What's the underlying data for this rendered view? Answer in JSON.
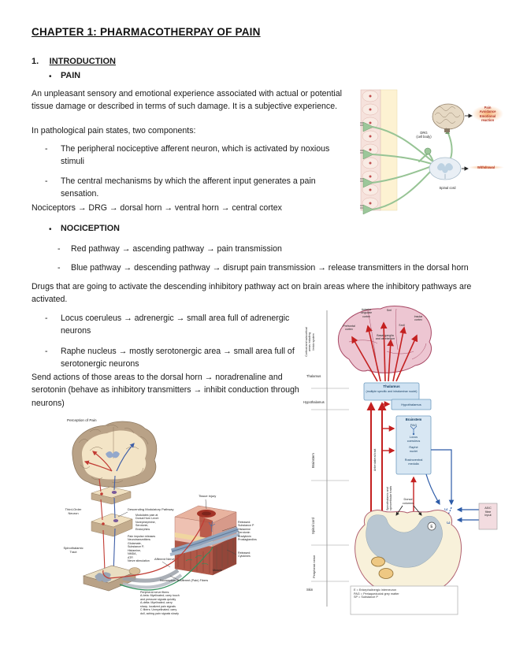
{
  "doc": {
    "title": "CHAPTER 1: PHARMACOTHERPAY OF PAIN",
    "section_number": "1.",
    "section_title": "INTRODUCTION",
    "bullet_marker": "•",
    "dash_marker": "-",
    "bullet_pain": "PAIN",
    "p_pain_def": "An unpleasant sensory and emotional experience associated with actual or potential tissue damage or described in terms of such damage. It is a subjective experience.",
    "p_components": "In pathological pain states, two components:",
    "item_peripheral": "The peripheral nociceptive afferent neuron, which is activated by noxious stimuli",
    "item_central": "The central mechanisms by which the afferent input generates a pain sensation.",
    "p_chain": "Nociceptors → DRG → dorsal horn → ventral horn → central cortex",
    "bullet_nociception": "NOCICEPTION",
    "item_red": "Red pathway → ascending pathway → pain transmission",
    "item_blue": "Blue pathway → descending pathway → disrupt pain transmission → release transmitters in the dorsal horn",
    "p_drugs": "Drugs that are going to activate the descending inhibitory pathway act on brain areas where the inhibitory pathways are activated.",
    "item_locus": "Locus coeruleus → adrenergic → small area full of adrenergic neurons",
    "item_raphe": "Raphe nucleus → mostly serotonergic area → small area full of serotonergic neurons",
    "p_send": "Send actions of those areas to the dorsal horn → noradrenaline and serotonin (behave as inhibitory transmitters → inhibit conduction through neurons)"
  },
  "fig_nociceptor": {
    "drg_label": "DRG\n(cell body)",
    "spinal_cord_label": "Spinal cord",
    "pain_avoidance_label": "Pain\nAvoidance\nEmotional\nreaction",
    "withdrawal_label": "Withdrawal"
  },
  "fig_perception": {
    "title": "Perception of Pain",
    "third_order": "Third-Order\nNeuron",
    "spinothalamic": "Spinothalamic\nTract",
    "descending": "Descending Modulatory Pathway",
    "modulators": "Modulates pain at\nDorsal Horn Level:\nNorepinephrine,\nSerotonin,\nEndorphins",
    "transmitters": "Pain impulse releases\nNeurotransmitters:\nGlutamate,\nSubstance P,\nHistamine,\nNMDA,\nATP,\nNerve stimulation",
    "afferent": "Afferent Nerve",
    "nociceptors": "Nociceptors of Afferent (Pain) Fibers",
    "tissue_injury": "Tissue injury",
    "released1": "Released:\nSubstance P\nHistamine\nSerotonin\nBradykinin\nProstaglandins",
    "released2": "Released:\nCytokines",
    "muscle": "Muscle",
    "fiber_notes": "Peripheral nerve fibers:\nA-beta: Myelinated; carry touch\nand pressure signals quickly\nA-delta: Myelinated; carry\nsharp, localized pain signals\nC fibers: Unmyelinated; carry\ndull, aching pain signals slowly"
  },
  "fig_pathways": {
    "region_cortical": "Cortical and subcortical\nareas including\nlimbic system",
    "region_thalamus": "Thalamus",
    "region_hypothalamus": "Hypothalamus",
    "region_brainstem": "Brainstem",
    "region_spinal": "Spinal cord",
    "region_peripheral": "Peripheral nerve",
    "region_skin": "Skin",
    "brain_prefrontal": "Prefrontal\ncortex",
    "brain_acc": "Anterior\ncingulate\ncortex",
    "brain_sm1": "SmI",
    "brain_sm2": "SmII",
    "brain_insular": "Insular\ncortex",
    "brain_basal": "Basal ganglia\nand cerebellum",
    "thalamus_box_title": "Thalamus",
    "thalamus_box_sub": "(multiple specific and intralaminar nuclei)",
    "hypothalamus_box": "Hypothalamus",
    "brainstem_box_title": "Brainstem",
    "brainstem_pag": "PAG",
    "brainstem_locus": "Locus\ncoeruleus",
    "brainstem_raphe": "Raphé\nnuclei",
    "brainstem_rvm": "Rostroventral\nmedulla",
    "tract_anterolateral": "Anterolateral tract",
    "tract_spinothalamic": "Spinothalamic and\nspinoreticular tracts",
    "dorsal_columns": "Dorsal\ncolumns",
    "fibre_input": "Aδ/C\nfibre\ninput",
    "interneuron_letter": "E",
    "key": "E = Enkephalinergic interneuron\nPAG = Periaqueductal grey matter\nSP = Substance P"
  },
  "colors": {
    "ascending_red": "#c42020",
    "descending_blue": "#2c5ba8",
    "nerve_green": "#8bbd89",
    "box_blue_fill": "#cfe2f2",
    "brain_pink": "#edc6d2",
    "label_highlight_orange": "#f5a35f"
  }
}
